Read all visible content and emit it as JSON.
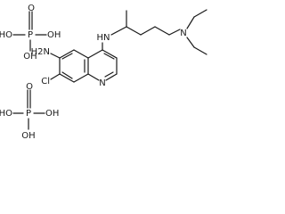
{
  "molecule": {
    "atoms": {
      "amine_nh2": "H2N",
      "chloro": "Cl",
      "ring_n": "N",
      "hn_link": "HN",
      "n_diethyl": "N"
    },
    "phosphoric_acid_1": {
      "p": "P",
      "o_top": "O",
      "oh_left": "HO",
      "oh_right": "OH",
      "oh_bottom": "OH"
    },
    "phosphoric_acid_2": {
      "p": "P",
      "o_top": "O",
      "oh_left": "HO",
      "oh_right": "OH",
      "oh_bottom": "OH"
    }
  },
  "colors": {
    "ink": "#1a1a1a",
    "background": "#ffffff"
  }
}
